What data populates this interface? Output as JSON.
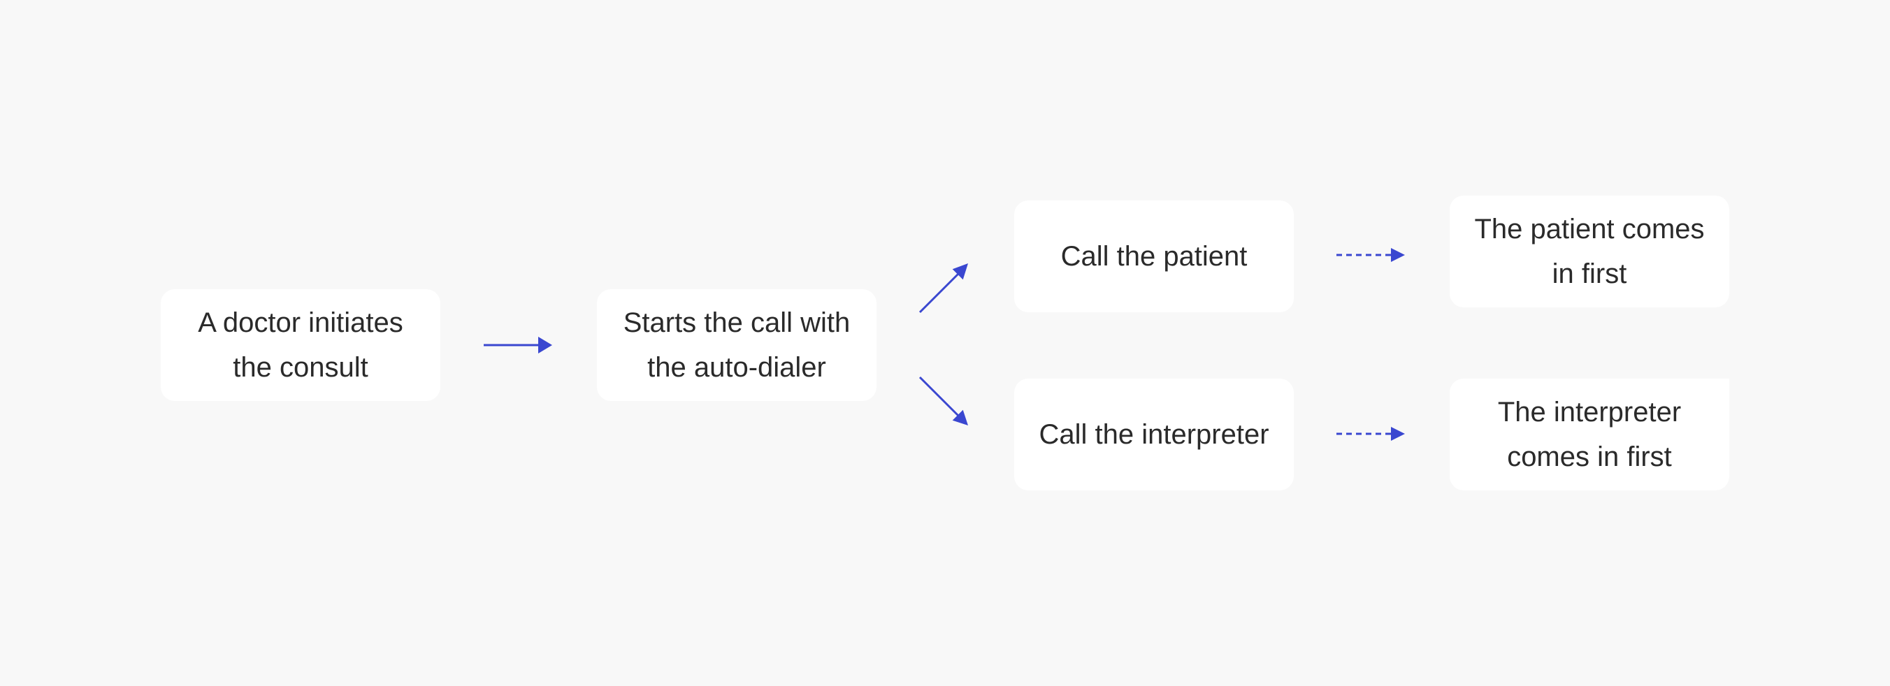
{
  "diagram": {
    "colors": {
      "background": "#f8f8f8",
      "node_fill": "#ffffff",
      "text": "#2a2a2a",
      "arrow": "#3a47d0"
    },
    "nodes": {
      "doctor": "A doctor initiates\nthe consult",
      "autodialer": "Starts the call with\nthe auto-dialer",
      "patient": "Call the patient",
      "interpreter": "Call the interpreter",
      "patient_first": "The patient comes\nin first",
      "interpreter_first": "The interpreter\ncomes in first"
    },
    "edges": [
      {
        "from": "doctor",
        "to": "autodialer",
        "style": "solid"
      },
      {
        "from": "autodialer",
        "to": "patient",
        "style": "solid"
      },
      {
        "from": "autodialer",
        "to": "interpreter",
        "style": "solid"
      },
      {
        "from": "patient",
        "to": "patient_first",
        "style": "dashed"
      },
      {
        "from": "interpreter",
        "to": "interpreter_first",
        "style": "dashed"
      }
    ]
  }
}
